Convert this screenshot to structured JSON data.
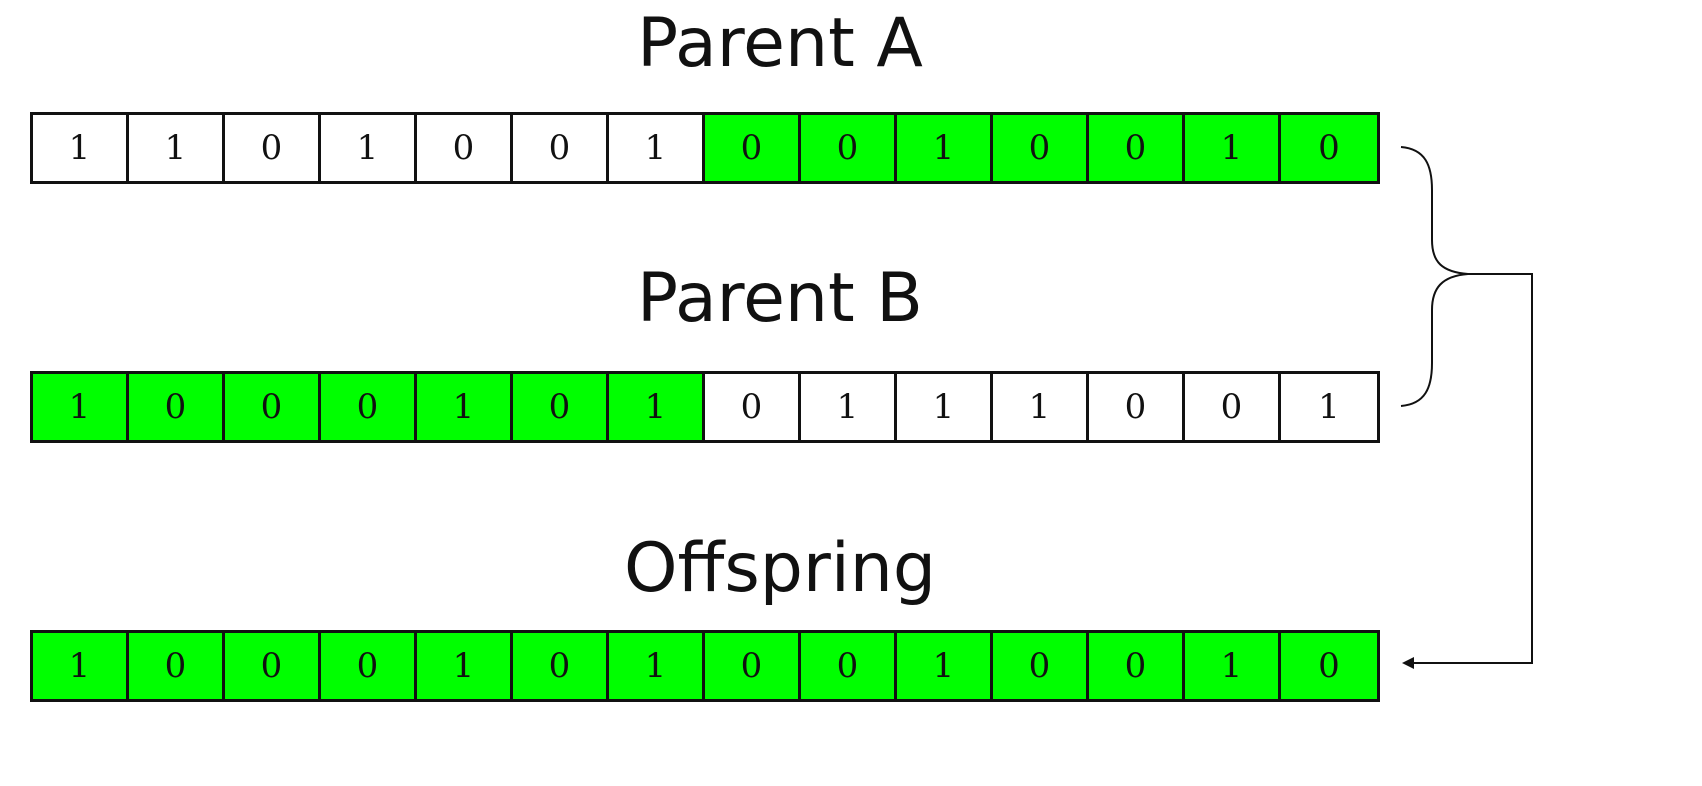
{
  "parent_a": {
    "title": "Parent A",
    "bits": [
      "1",
      "1",
      "0",
      "1",
      "0",
      "0",
      "1",
      "0",
      "0",
      "1",
      "0",
      "0",
      "1",
      "0"
    ]
  },
  "parent_b": {
    "title": "Parent B",
    "bits": [
      "1",
      "0",
      "0",
      "0",
      "1",
      "0",
      "1",
      "0",
      "1",
      "1",
      "1",
      "0",
      "0",
      "1"
    ]
  },
  "offspring": {
    "title": "Offspring",
    "bits": [
      "1",
      "0",
      "0",
      "0",
      "1",
      "0",
      "1",
      "0",
      "0",
      "1",
      "0",
      "0",
      "1",
      "0"
    ]
  },
  "colors": {
    "highlight": "#00ff00",
    "cell": "#ffffff",
    "stroke": "#111111"
  }
}
